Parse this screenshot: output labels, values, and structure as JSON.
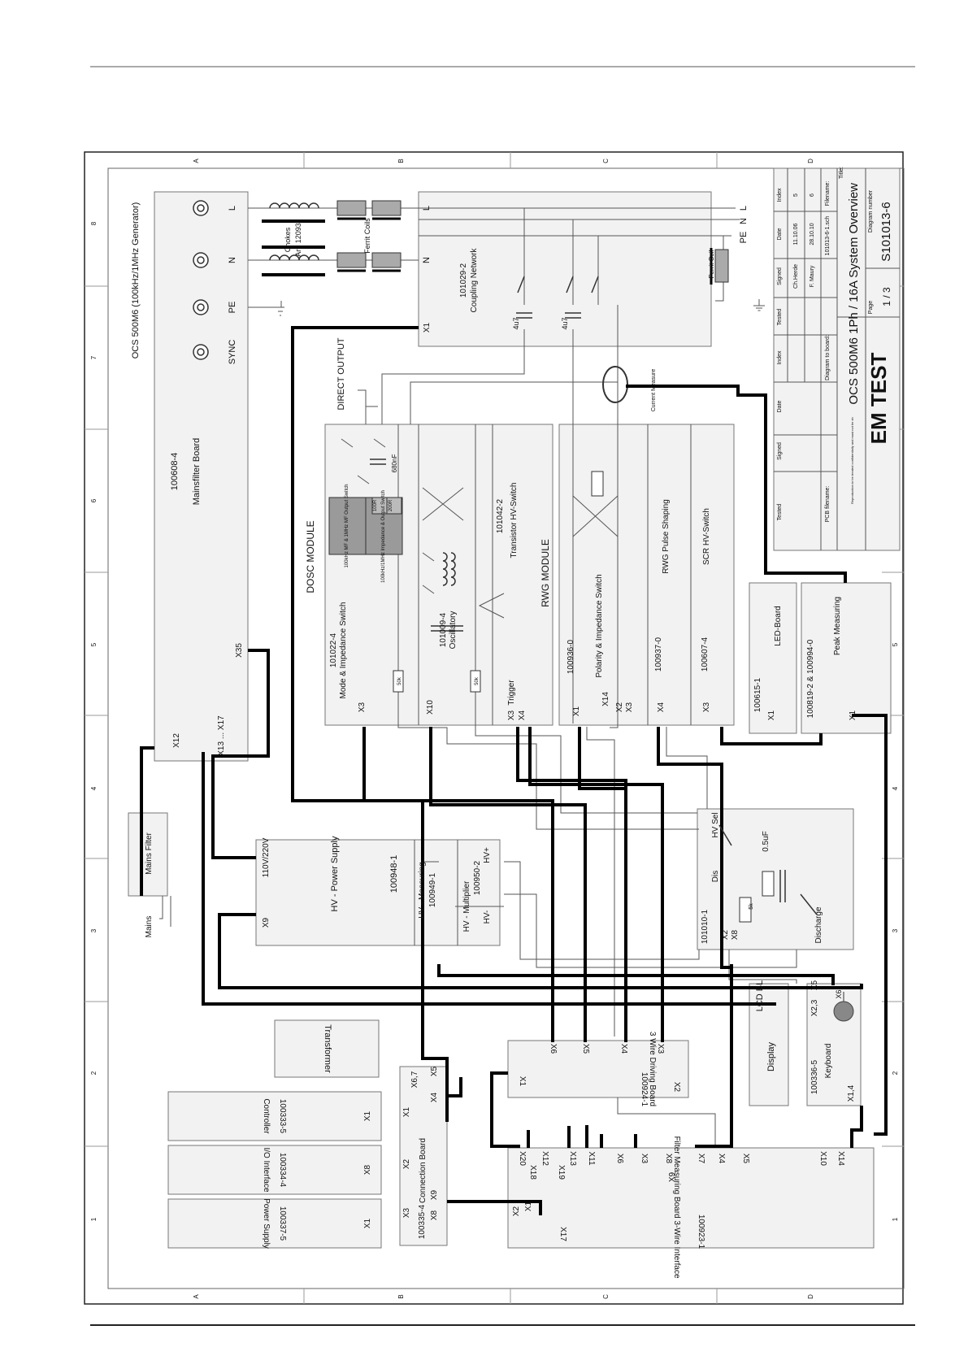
{
  "sheet": {
    "title": "OCS 500M6 1Ph / 16A System Overview",
    "company": "EM TEST",
    "diagram_number_label": "Diagram number",
    "diagram_number": "S101013-6",
    "page_label": "Page",
    "page_number": "1",
    "page_total": "3",
    "title_label": "Title:",
    "filename_label": "Filename:",
    "filename": "101013-6-1.sch",
    "diagram_to_board_label": "Diagram to board:",
    "pcb_filename_label": "PCB filename:",
    "rev_headers": [
      "Index",
      "Date",
      "Signed",
      "Tested",
      "Index",
      "Date",
      "Signed",
      "Tested"
    ],
    "revisions": [
      {
        "index": "5",
        "date": "11.10.06",
        "signed": "Ch.Herde"
      },
      {
        "index": "6",
        "date": "28.10.10",
        "signed": "F. Maury"
      }
    ],
    "copyright_note": "Reproduction to be treated confidentially and must not be shown to third parties. Damages will be claimed in the event of infringement of these rights by the party liable for the damages."
  },
  "border": {
    "rows": [
      "A",
      "B",
      "C",
      "D"
    ],
    "cols": [
      "1",
      "2",
      "3",
      "4",
      "5",
      "6",
      "7",
      "8"
    ]
  },
  "generator_title": "OCS 500M6 (100kHz/1MHz Generator)",
  "mainsfilter": {
    "id": "100608-4",
    "name": "Mainsfilter Board",
    "ports": [
      "X12",
      "X13 ... X17",
      "X35"
    ]
  },
  "terminals": [
    "L",
    "N",
    "PE",
    "SYNC"
  ],
  "chokes": {
    "label": "Chokes",
    "art": "Art. 12093"
  },
  "ferrit_coils": "Ferrit Coils",
  "coupling": {
    "id": "101029-2",
    "name": "Coupling Network",
    "port": "X1",
    "terminals": [
      "L",
      "N"
    ],
    "out": [
      "L",
      "N",
      "PE"
    ],
    "caps": [
      "4u7",
      "4u7"
    ]
  },
  "ferrit_coil": "Ferrit Coil",
  "current_measure": "Current Measure",
  "direct_output": "DIRECT OUTPUT",
  "dosc": {
    "title": "DOSC MODULE",
    "mode_id": "101022-4",
    "mode_name": "Mode & Impedance Switch",
    "osc_id": "101009-4",
    "osc_name": "Oscillatory",
    "trig_id": "101042-2",
    "trig_name": "Transistor HV-Switch",
    "trigger": "Trigger",
    "sw1": "100kHz MF & 1MHz MF Output Switch",
    "sw2": "100kHz/1MHz Impedance & Output Switch",
    "r100": "100R",
    "r200": "200R",
    "cap": "680nF",
    "r50a": "50k",
    "r50b": "50k",
    "ports": [
      "X3",
      "X10",
      "X3",
      "X4"
    ]
  },
  "rwg": {
    "title": "RWG MODULE",
    "pol_id": "100936-0",
    "pol_name": "Polarity & Impedance Switch",
    "shaping_id": "100937-0",
    "shaping_name": "RWG Pulse Shaping",
    "scr_id": "100607-4",
    "scr_name": "SCR HV-Switch",
    "ports": [
      "X1",
      "X14",
      "X2",
      "X3",
      "X4",
      "X3"
    ]
  },
  "led_board": {
    "id": "100615-1",
    "name": "LED-Board",
    "port": "X1"
  },
  "peak_measuring": {
    "id": "100819-2 & 100994-0",
    "name": "Peak Measuring",
    "port": "X1"
  },
  "hv_sel": {
    "id": "101010-1",
    "hv": "HV Sel",
    "dis": "Dis",
    "cap": "0.5uF",
    "res": "5k",
    "discharge": "Discharge",
    "ports": [
      "X2",
      "X8"
    ]
  },
  "power_supply": {
    "voltage": "110V/220V",
    "name": "HV - Power Supply",
    "id": "100948-1",
    "port": "X9"
  },
  "hv_measuring": {
    "name": "HV - Measuring",
    "id": "100949-1"
  },
  "hv_multiplier": {
    "name": "HV - Multiplier",
    "id": "100950-2",
    "minus": "HV-",
    "plus": "HV+"
  },
  "mains_filter": "Mains Filter",
  "mains": "Mains",
  "transformer": "Transformer",
  "display": {
    "name": "Display",
    "lcd": "LCD BL"
  },
  "keyboard": {
    "id": "100336-5",
    "name": "Keyboard",
    "ports": [
      "X2,3",
      "X5",
      "X6",
      "X1,4"
    ]
  },
  "wire_board": {
    "id": "100924-1",
    "name": "3 Wire Driving Board",
    "ports": [
      "X6",
      "X5",
      "X4",
      "X3",
      "X1",
      "X2"
    ]
  },
  "connection_board": {
    "id": "100335-4",
    "name": "Connection Board",
    "ports": [
      "X6,7",
      "X5",
      "X4",
      "X1",
      "X2",
      "X9",
      "X3",
      "X8"
    ]
  },
  "controller": {
    "id": "100333-5",
    "name": "Controller",
    "port": "X1"
  },
  "io_interface": {
    "id": "100334-4",
    "name": "I/O Interface",
    "port": "X8"
  },
  "psu_small": {
    "id": "100337-5",
    "name": "Power Supply",
    "port": "X1"
  },
  "filter_board": {
    "id": "100923-1",
    "name": "Filter Measuring Board 3-Wire Interface",
    "ports": [
      "X20",
      "X18",
      "X12",
      "X19",
      "X13",
      "X11",
      "X6",
      "X3",
      "X8",
      "X7",
      "X4",
      "X5",
      "X10",
      "X14",
      "X9",
      "X2",
      "X1",
      "X17"
    ]
  }
}
